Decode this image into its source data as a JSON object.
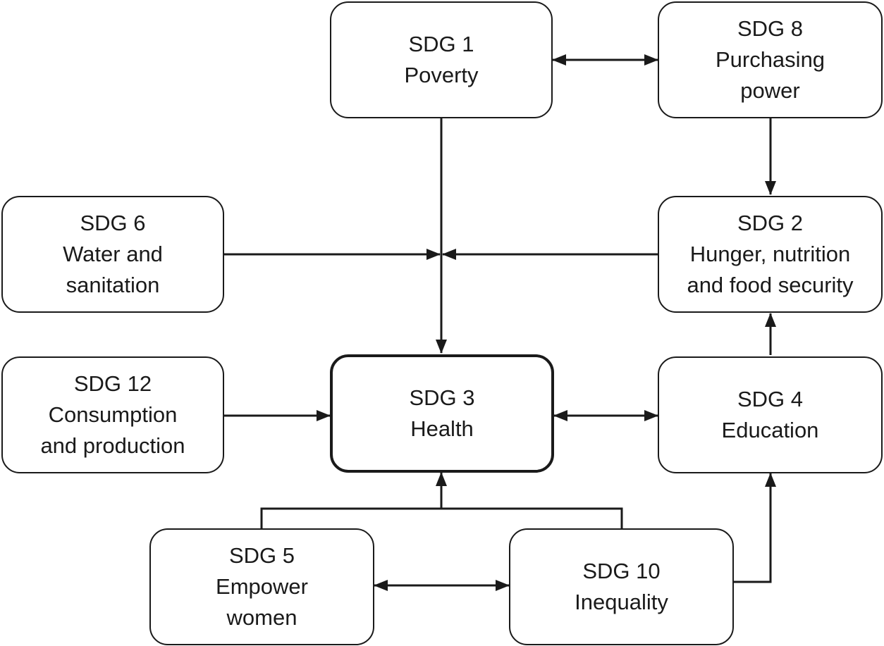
{
  "diagram": {
    "nodes": {
      "sdg1": {
        "code": "SDG 1",
        "line1": "Poverty"
      },
      "sdg8": {
        "code": "SDG 8",
        "line1": "Purchasing",
        "line2": "power"
      },
      "sdg6": {
        "code": "SDG 6",
        "line1": "Water and",
        "line2": "sanitation"
      },
      "sdg2": {
        "code": "SDG 2",
        "line1": "Hunger, nutrition",
        "line2": "and food security"
      },
      "sdg12": {
        "code": "SDG 12",
        "line1": "Consumption",
        "line2": "and production"
      },
      "sdg3": {
        "code": "SDG 3",
        "line1": "Health"
      },
      "sdg4": {
        "code": "SDG 4",
        "line1": "Education"
      },
      "sdg5": {
        "code": "SDG 5",
        "line1": "Empower",
        "line2": "women"
      },
      "sdg10": {
        "code": "SDG 10",
        "line1": "Inequality"
      }
    },
    "colors": {
      "stroke": "#1a1a1a",
      "background": "#ffffff"
    }
  }
}
